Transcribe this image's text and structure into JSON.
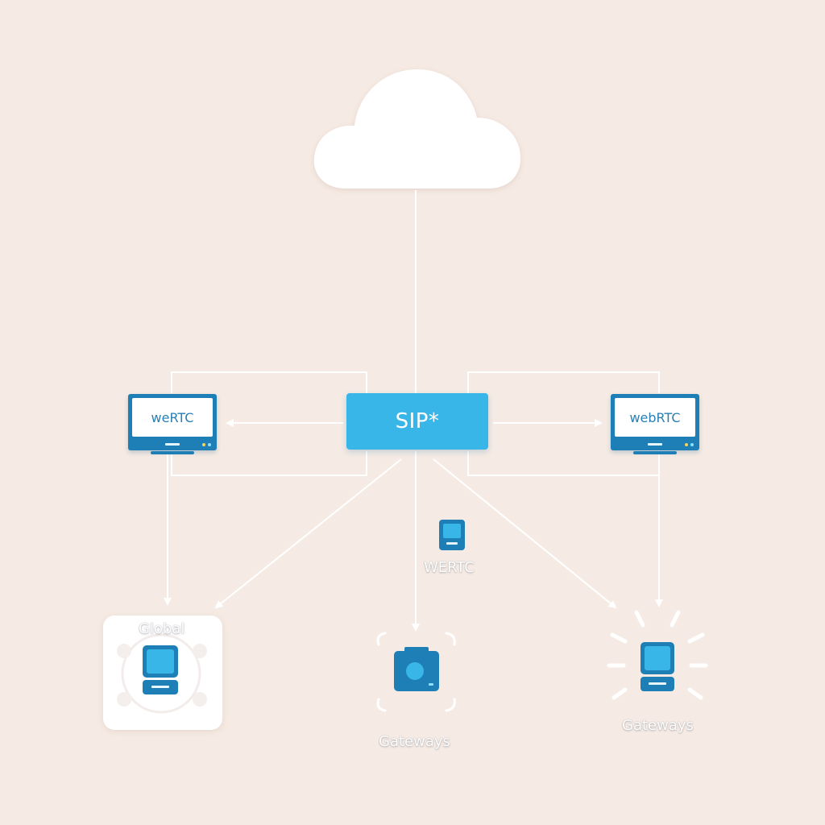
{
  "diagram": {
    "center_node": {
      "label": "SIP*"
    },
    "left_endpoint": {
      "label": "weRTC"
    },
    "right_endpoint": {
      "label": "webRTC"
    },
    "middle_device": {
      "label": "WERTC"
    },
    "bottom_left_node": {
      "label": "Global"
    },
    "bottom_center_node": {
      "label": "Gateways"
    },
    "bottom_right_node": {
      "label": "Gateways"
    }
  },
  "colors": {
    "background": "#f6ebe4",
    "accent_blue": "#38b6e8",
    "device_blue": "#1e7fb6",
    "connector": "#ffffff"
  },
  "icons": [
    "cloud-icon",
    "monitor-icon",
    "server-device-icon",
    "camera-icon"
  ]
}
